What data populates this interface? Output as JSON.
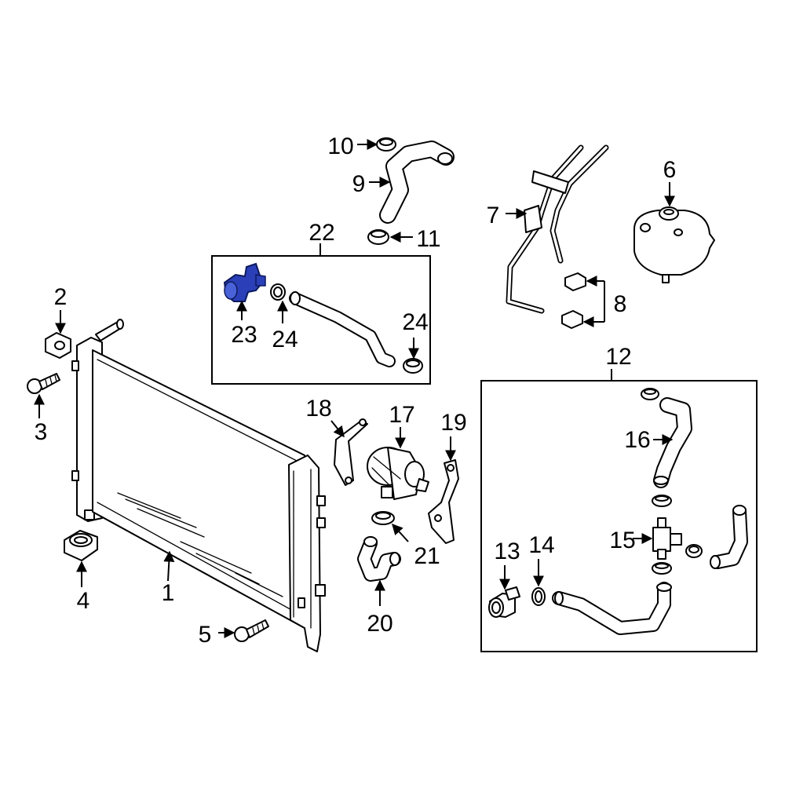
{
  "colors": {
    "line": "#000000",
    "background": "#ffffff",
    "highlight": "#2a3fb8"
  },
  "callouts": [
    {
      "id": "1",
      "text": "1"
    },
    {
      "id": "2",
      "text": "2"
    },
    {
      "id": "3",
      "text": "3"
    },
    {
      "id": "4",
      "text": "4"
    },
    {
      "id": "5",
      "text": "5"
    },
    {
      "id": "6",
      "text": "6"
    },
    {
      "id": "7",
      "text": "7"
    },
    {
      "id": "8",
      "text": "8"
    },
    {
      "id": "9",
      "text": "9"
    },
    {
      "id": "10",
      "text": "10"
    },
    {
      "id": "11",
      "text": "11"
    },
    {
      "id": "12",
      "text": "12"
    },
    {
      "id": "13",
      "text": "13"
    },
    {
      "id": "14",
      "text": "14"
    },
    {
      "id": "15",
      "text": "15"
    },
    {
      "id": "16",
      "text": "16"
    },
    {
      "id": "17",
      "text": "17"
    },
    {
      "id": "18",
      "text": "18"
    },
    {
      "id": "19",
      "text": "19"
    },
    {
      "id": "20",
      "text": "20"
    },
    {
      "id": "21",
      "text": "21"
    },
    {
      "id": "22",
      "text": "22"
    },
    {
      "id": "23",
      "text": "23"
    },
    {
      "id": "24a",
      "text": "24"
    },
    {
      "id": "24b",
      "text": "24"
    }
  ]
}
